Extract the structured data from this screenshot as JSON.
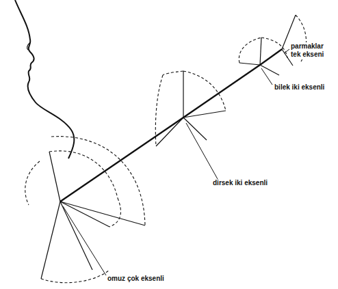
{
  "diagram": {
    "labels": [
      "parmaklar tek ekseni",
      "bilek iki eksenli",
      "dirsek iki eksenli",
      "omuz çok eksenli"
    ]
  }
}
